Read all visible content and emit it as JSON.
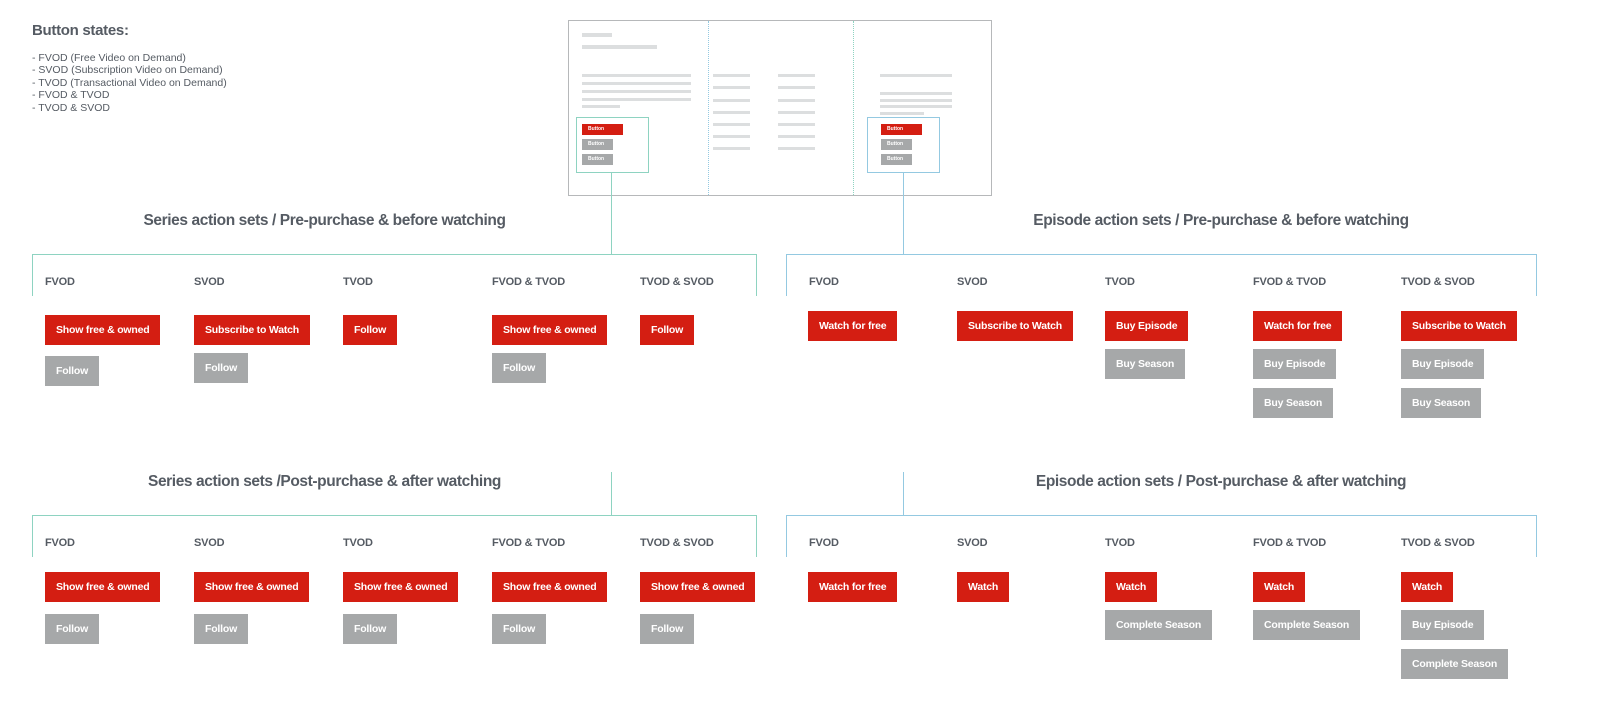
{
  "legend": {
    "title": "Button states:",
    "items": [
      "- FVOD (Free Video on Demand)",
      "- SVOD (Subscription Video on Demand)",
      "- TVOD (Transactional Video on Demand)",
      "- FVOD & TVOD",
      "- TVOD & SVOD"
    ]
  },
  "wireframe": {
    "button_label": "Button"
  },
  "sections": {
    "series_pre": {
      "title": "Series action sets / Pre-purchase & before watching",
      "columns": [
        {
          "label": "FVOD",
          "buttons": [
            {
              "label": "Show free & owned",
              "kind": "primary"
            },
            {
              "label": "Follow",
              "kind": "secondary"
            }
          ]
        },
        {
          "label": "SVOD",
          "buttons": [
            {
              "label": "Subscribe to Watch",
              "kind": "primary"
            },
            {
              "label": "Follow",
              "kind": "secondary"
            }
          ]
        },
        {
          "label": "TVOD",
          "buttons": [
            {
              "label": "Follow",
              "kind": "primary"
            }
          ]
        },
        {
          "label": "FVOD & TVOD",
          "buttons": [
            {
              "label": "Show free & owned",
              "kind": "primary"
            },
            {
              "label": "Follow",
              "kind": "secondary"
            }
          ]
        },
        {
          "label": "TVOD & SVOD",
          "buttons": [
            {
              "label": "Follow",
              "kind": "primary"
            }
          ]
        }
      ]
    },
    "episode_pre": {
      "title": "Episode action sets / Pre-purchase & before watching",
      "columns": [
        {
          "label": "FVOD",
          "buttons": [
            {
              "label": "Watch for free",
              "kind": "primary"
            }
          ]
        },
        {
          "label": "SVOD",
          "buttons": [
            {
              "label": "Subscribe to Watch",
              "kind": "primary"
            }
          ]
        },
        {
          "label": "TVOD",
          "buttons": [
            {
              "label": "Buy Episode",
              "kind": "primary"
            },
            {
              "label": "Buy Season",
              "kind": "secondary"
            }
          ]
        },
        {
          "label": "FVOD & TVOD",
          "buttons": [
            {
              "label": "Watch for free",
              "kind": "primary"
            },
            {
              "label": "Buy Episode",
              "kind": "secondary"
            },
            {
              "label": "Buy Season",
              "kind": "secondary"
            }
          ]
        },
        {
          "label": "TVOD & SVOD",
          "buttons": [
            {
              "label": "Subscribe to Watch",
              "kind": "primary"
            },
            {
              "label": "Buy Episode",
              "kind": "secondary"
            },
            {
              "label": "Buy Season",
              "kind": "secondary"
            }
          ]
        }
      ]
    },
    "series_post": {
      "title": "Series action sets /Post-purchase & after watching",
      "columns": [
        {
          "label": "FVOD",
          "buttons": [
            {
              "label": "Show free & owned",
              "kind": "primary"
            },
            {
              "label": "Follow",
              "kind": "secondary"
            }
          ]
        },
        {
          "label": "SVOD",
          "buttons": [
            {
              "label": "Show free & owned",
              "kind": "primary"
            },
            {
              "label": "Follow",
              "kind": "secondary"
            }
          ]
        },
        {
          "label": "TVOD",
          "buttons": [
            {
              "label": "Show free & owned",
              "kind": "primary"
            },
            {
              "label": "Follow",
              "kind": "secondary"
            }
          ]
        },
        {
          "label": "FVOD & TVOD",
          "buttons": [
            {
              "label": "Show free & owned",
              "kind": "primary"
            },
            {
              "label": "Follow",
              "kind": "secondary"
            }
          ]
        },
        {
          "label": "TVOD & SVOD",
          "buttons": [
            {
              "label": "Show free & owned",
              "kind": "primary"
            },
            {
              "label": "Follow",
              "kind": "secondary"
            }
          ]
        }
      ]
    },
    "episode_post": {
      "title": "Episode action sets / Post-purchase & after watching",
      "columns": [
        {
          "label": "FVOD",
          "buttons": [
            {
              "label": "Watch for free",
              "kind": "primary"
            }
          ]
        },
        {
          "label": "SVOD",
          "buttons": [
            {
              "label": "Watch",
              "kind": "primary"
            }
          ]
        },
        {
          "label": "TVOD",
          "buttons": [
            {
              "label": "Watch",
              "kind": "primary"
            },
            {
              "label": "Complete Season",
              "kind": "secondary"
            }
          ]
        },
        {
          "label": "FVOD & TVOD",
          "buttons": [
            {
              "label": "Watch",
              "kind": "primary"
            },
            {
              "label": "Complete Season",
              "kind": "secondary"
            }
          ]
        },
        {
          "label": "TVOD & SVOD",
          "buttons": [
            {
              "label": "Watch",
              "kind": "primary"
            },
            {
              "label": "Buy Episode",
              "kind": "secondary"
            },
            {
              "label": "Complete Season",
              "kind": "secondary"
            }
          ]
        }
      ]
    }
  },
  "colors": {
    "primary": "#d41e12",
    "secondary": "#a6a8a9",
    "series_connector": "#8ed3c1",
    "episode_connector": "#94c9e1"
  }
}
